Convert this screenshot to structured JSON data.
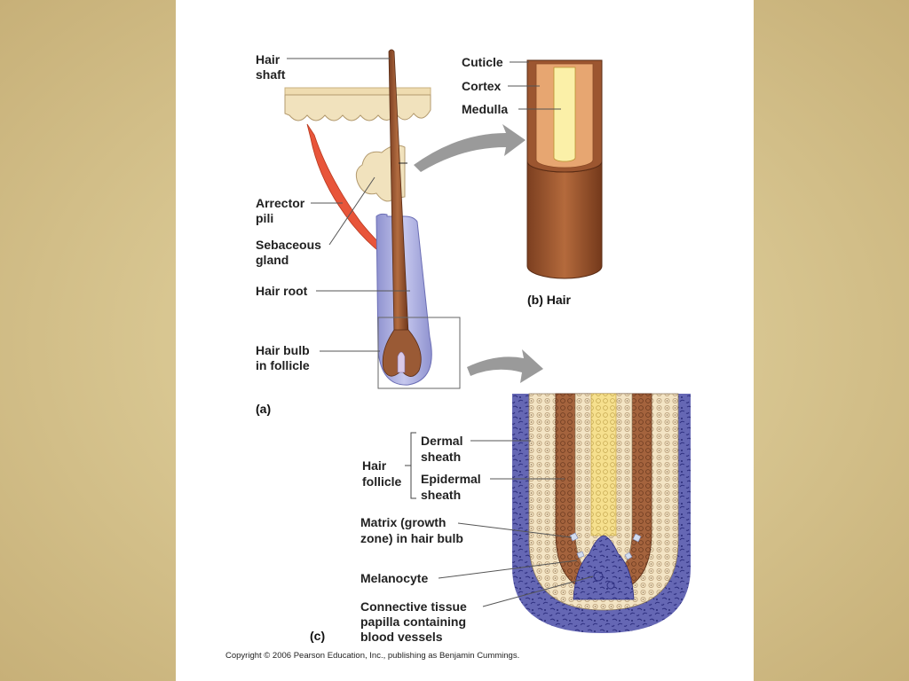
{
  "labels": {
    "hair_shaft": [
      "Hair",
      "shaft"
    ],
    "arrector_pili": [
      "Arrector",
      "pili"
    ],
    "sebaceous_gland": [
      "Sebaceous",
      "gland"
    ],
    "hair_root": "Hair root",
    "hair_bulb": [
      "Hair bulb",
      "in follicle"
    ],
    "cuticle": "Cuticle",
    "cortex": "Cortex",
    "medulla": "Medulla",
    "hair_follicle": [
      "Hair",
      "follicle"
    ],
    "dermal_sheath": [
      "Dermal",
      "sheath"
    ],
    "epidermal_sheath": [
      "Epidermal",
      "sheath"
    ],
    "matrix": [
      "Matrix (growth",
      "zone) in hair bulb"
    ],
    "melanocyte": "Melanocyte",
    "papilla": [
      "Connective tissue",
      "papilla containing",
      "blood vessels"
    ]
  },
  "panels": {
    "a": "(a)",
    "b": "(b) Hair",
    "c": "(c)"
  },
  "copyright": "Copyright © 2006 Pearson Education, Inc., publishing as Benjamin Cummings.",
  "colors": {
    "skin": "#f1e2bd",
    "hair": "#9a5a35",
    "follicle": "#aeb0dc",
    "muscle": "#e8553a",
    "cortex": "#e7a671",
    "medulla": "#fbf0a8",
    "dermal_tissue": "#6a6ab6"
  }
}
